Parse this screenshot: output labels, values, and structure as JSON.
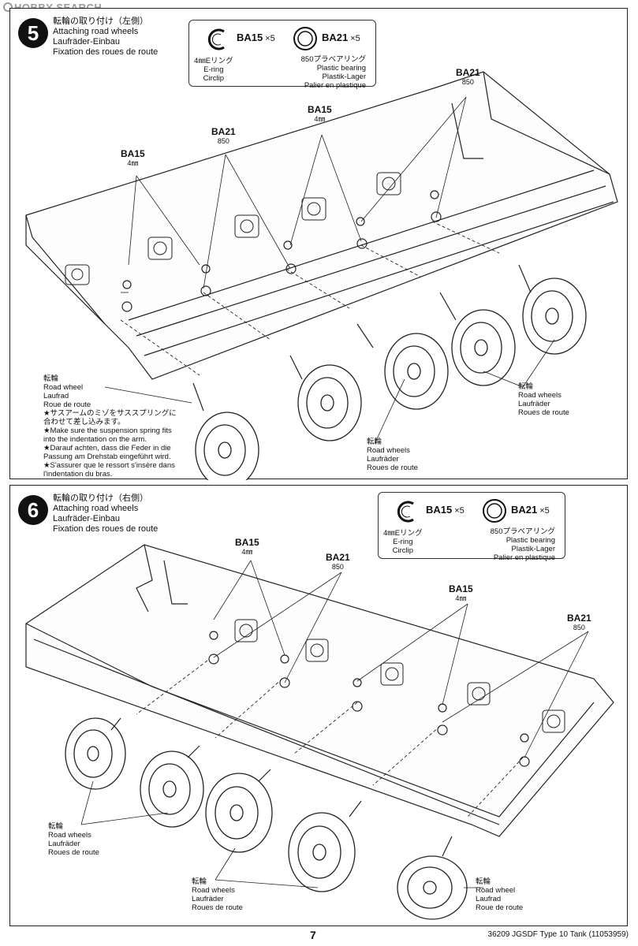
{
  "watermark": "HOBBY SEARCH",
  "step5": {
    "number": "5",
    "title_jp": "転輪の取り付け（左側）",
    "title_en": "Attaching road wheels",
    "title_de": "Laufräder-Einbau",
    "title_fr": "Fixation des roues de route",
    "legend": {
      "ba15_code": "BA15",
      "ba15_qty": "×5",
      "ba15_desc_jp": "4㎜Eリング",
      "ba15_desc_en": "E-ring",
      "ba15_desc_de": "Circlip",
      "ba21_code": "BA21",
      "ba21_qty": "×5",
      "ba21_desc_jp": "850プラベアリング",
      "ba21_desc_en": "Plastic bearing",
      "ba21_desc_de": "Plastik-Lager",
      "ba21_desc_fr": "Palier en plastique"
    },
    "callouts": [
      {
        "code": "BA15",
        "size": "4㎜"
      },
      {
        "code": "BA21",
        "size": "850"
      },
      {
        "code": "BA15",
        "size": "4㎜"
      },
      {
        "code": "BA21",
        "size": "850"
      }
    ],
    "note_wheel": {
      "jp": "転輪",
      "en": "Road wheel",
      "de": "Laufrad",
      "fr": "Roue de route",
      "tip_jp1": "★サスアームのミゾをサススプリングに",
      "tip_jp2": "合わせて差し込みます。",
      "tip_en1": "★Make sure the suspension spring fits",
      "tip_en2": "into the indentation on the arm.",
      "tip_de1": "★Darauf achten, dass die Feder in die",
      "tip_de2": "Passung am Drehstab eingeführt wird.",
      "tip_fr1": "★S'assurer que le ressort s'insère dans",
      "tip_fr2": "l'indentation du bras."
    },
    "note_wheels_mid": {
      "jp": "転輪",
      "en": "Road wheels",
      "de": "Laufräder",
      "fr": "Roues de route"
    },
    "note_wheels_right": {
      "jp": "転輪",
      "en": "Road wheels",
      "de": "Laufräder",
      "fr": "Roues de route"
    }
  },
  "step6": {
    "number": "6",
    "title_jp": "転輪の取り付け（右側）",
    "title_en": "Attaching road wheels",
    "title_de": "Laufräder-Einbau",
    "title_fr": "Fixation des roues de route",
    "legend": {
      "ba15_code": "BA15",
      "ba15_qty": "×5",
      "ba15_desc_jp": "4㎜Eリング",
      "ba15_desc_en": "E-ring",
      "ba15_desc_de": "Circlip",
      "ba21_code": "BA21",
      "ba21_qty": "×5",
      "ba21_desc_jp": "850プラベアリング",
      "ba21_desc_en": "Plastic bearing",
      "ba21_desc_de": "Plastik-Lager",
      "ba21_desc_fr": "Palier en plastique"
    },
    "callouts": [
      {
        "code": "BA15",
        "size": "4㎜"
      },
      {
        "code": "BA21",
        "size": "850"
      },
      {
        "code": "BA15",
        "size": "4㎜"
      },
      {
        "code": "BA21",
        "size": "850"
      }
    ],
    "note_wheels_left": {
      "jp": "転輪",
      "en": "Road wheels",
      "de": "Laufräder",
      "fr": "Roues de route"
    },
    "note_wheels_bottom": {
      "jp": "転輪",
      "en": "Road wheels",
      "de": "Laufräder",
      "fr": "Roues de route"
    },
    "note_wheel_right": {
      "jp": "転輪",
      "en": "Road wheel",
      "de": "Laufrad",
      "fr": "Roue de route"
    }
  },
  "footer": {
    "page": "7",
    "model": "36209  JGSDF Type 10 Tank (11053959)"
  }
}
